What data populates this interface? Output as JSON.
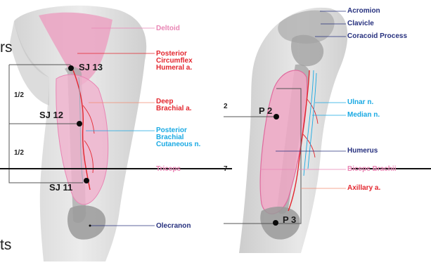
{
  "left_panel": {
    "labels": {
      "deltoid": "Deltoid",
      "posterior_circumflex": [
        "Posterior",
        "Circumflex",
        "Humeral a."
      ],
      "deep_brachial": [
        "Deep",
        "Brachial a."
      ],
      "posterior_brachial_cutaneous": [
        "Posterior",
        "Brachial",
        "Cutaneous n."
      ],
      "triceps": "Triceps",
      "olecranon": "Olecranon"
    },
    "points": [
      "SJ 13",
      "SJ 12",
      "SJ 11"
    ],
    "fractions": [
      "1/2",
      "1/2"
    ]
  },
  "right_panel": {
    "labels": {
      "acromion": "Acromion",
      "clavicle": "Clavicle",
      "coracoid": "Coracoid Process",
      "ulnar": "Ulnar n.",
      "median": "Median n.",
      "humerus": "Humerus",
      "biceps": "Biceps Brachii",
      "axillary": "Axillary a."
    },
    "points": [
      "P 2",
      "P 3"
    ],
    "edge_numbers": [
      "2",
      "7"
    ]
  },
  "page_edge_text": [
    "rs",
    "ts"
  ],
  "colors": {
    "muscle_pink": "#e985b4",
    "artery_red": "#e3262e",
    "nerve_blue": "#19a9e3",
    "navy": "#26307e",
    "bone_gray": "#9a9a9a"
  }
}
